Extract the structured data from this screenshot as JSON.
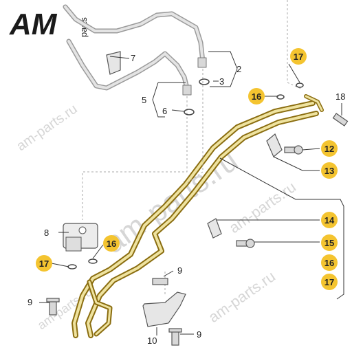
{
  "logo": {
    "letters": "AM",
    "suffix": "parts"
  },
  "watermarks": [
    "am-parts.ru",
    "am-parts.ru",
    "am-parts.ru",
    "am-parts.ru",
    "am-parts.ru"
  ],
  "callouts": {
    "c2": "2",
    "c3": "3",
    "c5": "5",
    "c6": "6",
    "c7": "7",
    "c8": "8",
    "c9a": "9",
    "c9b": "9",
    "c9c": "9",
    "c10": "10",
    "c18": "18",
    "c17_left": "17",
    "c16_left": "16"
  },
  "badges": {
    "b17_top": "17",
    "b16_top": "16",
    "b12": "12",
    "b13": "13",
    "b14": "14",
    "b15": "15",
    "b16_right": "16",
    "b17_right": "17"
  },
  "colors": {
    "badge": "#f4c430",
    "pipe_gold": "#c9a227",
    "pipe_gold_light": "#efe3a0",
    "pipe_grey": "#9a9a9a",
    "pipe_grey_light": "#e4e4e4",
    "leader": "#333333",
    "logo_dark": "#1a1a1a"
  }
}
